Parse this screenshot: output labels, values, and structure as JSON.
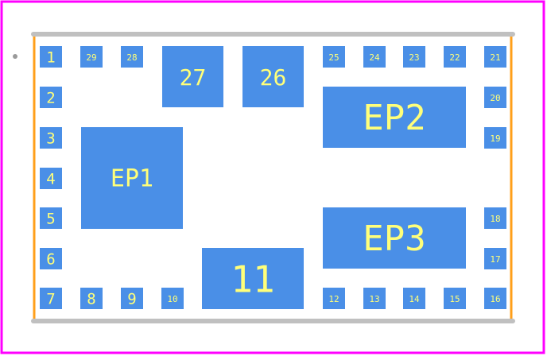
{
  "colors": {
    "background": "#ffffff",
    "board_outline": "#ff00ff",
    "silk_horizontal": "#c0c0c0",
    "silk_vertical": "#ff9f1a",
    "pad_fill": "#4a8fe7",
    "pad_text": "#ffff7a",
    "pin1_marker": "#9a9a9a"
  },
  "pads": [
    {
      "id": "p1",
      "label": "1"
    },
    {
      "id": "p2",
      "label": "2"
    },
    {
      "id": "p3",
      "label": "3"
    },
    {
      "id": "p4",
      "label": "4"
    },
    {
      "id": "p5",
      "label": "5"
    },
    {
      "id": "p6",
      "label": "6"
    },
    {
      "id": "p7",
      "label": "7"
    },
    {
      "id": "p8",
      "label": "8"
    },
    {
      "id": "p9",
      "label": "9"
    },
    {
      "id": "p10",
      "label": "10"
    },
    {
      "id": "p11",
      "label": "11"
    },
    {
      "id": "p12",
      "label": "12"
    },
    {
      "id": "p13",
      "label": "13"
    },
    {
      "id": "p14",
      "label": "14"
    },
    {
      "id": "p15",
      "label": "15"
    },
    {
      "id": "p16",
      "label": "16"
    },
    {
      "id": "p17",
      "label": "17"
    },
    {
      "id": "p18",
      "label": "18"
    },
    {
      "id": "p19",
      "label": "19"
    },
    {
      "id": "p20",
      "label": "20"
    },
    {
      "id": "p21",
      "label": "21"
    },
    {
      "id": "p22",
      "label": "22"
    },
    {
      "id": "p23",
      "label": "23"
    },
    {
      "id": "p24",
      "label": "24"
    },
    {
      "id": "p25",
      "label": "25"
    },
    {
      "id": "p26",
      "label": "26"
    },
    {
      "id": "p27",
      "label": "27"
    },
    {
      "id": "p28",
      "label": "28"
    },
    {
      "id": "p29",
      "label": "29"
    },
    {
      "id": "ep1",
      "label": "EP1"
    },
    {
      "id": "ep2",
      "label": "EP2"
    },
    {
      "id": "ep3",
      "label": "EP3"
    }
  ]
}
